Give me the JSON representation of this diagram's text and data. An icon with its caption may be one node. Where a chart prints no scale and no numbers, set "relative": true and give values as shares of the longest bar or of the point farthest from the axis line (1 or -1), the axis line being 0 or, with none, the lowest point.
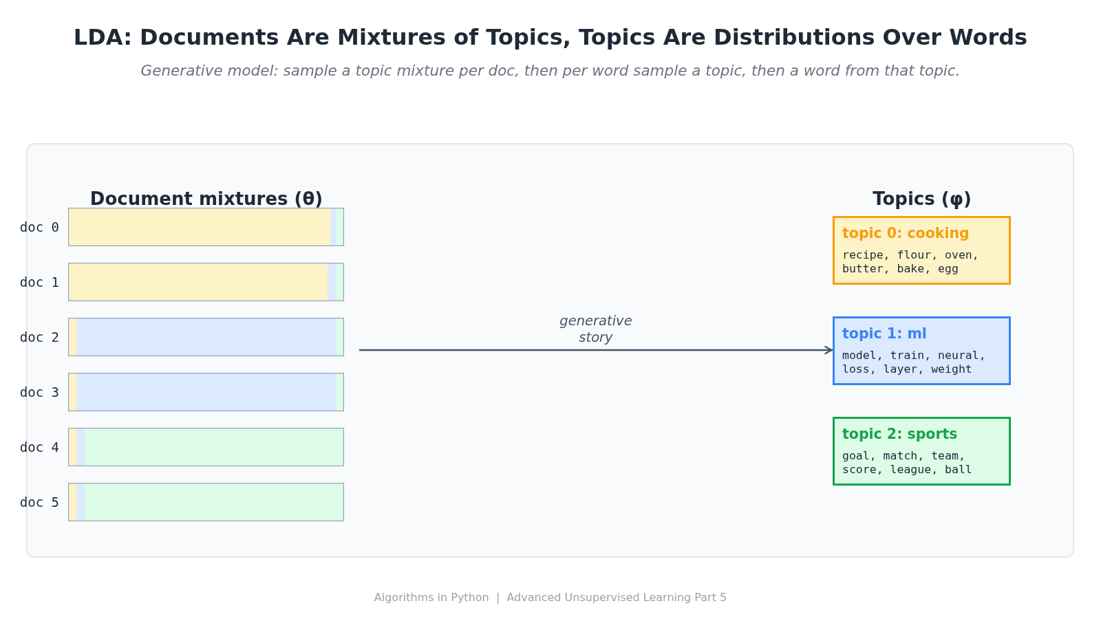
{
  "diagram": {
    "title": "LDA: Documents Are Mixtures of Topics, Topics Are Distributions Over Words",
    "caption": "Algorithms in Python  |  Advanced Unsupervised Learning Part 5",
    "nodes": [
      {
        "text": [
          "topic 0: cooking",
          "recipe, flour, oven, butter, bake, egg"
        ]
      },
      {
        "text": [
          "topic 1: ml",
          "model, train, neural, loss, layer, weight"
        ]
      },
      {
        "text": [
          "topic 2: sports",
          "goal, match, team, score, league, ball"
        ]
      }
    ],
    "edges": [
      {
        "from": null,
        "to": 1,
        "arrow": "to",
        "label": "generative story"
      }
    ],
    "labels": [
      "Generative model: sample a topic mixture per doc, then per word sample a topic, then a word from that topic.",
      "Topics (φ)"
    ],
    "chart_data": {
      "type": "bar",
      "title": "Document mixtures (θ)",
      "orientation": "horizontal",
      "stacked": true,
      "relative": true,
      "categories": [
        "doc 0",
        "doc 1",
        "doc 2",
        "doc 3",
        "doc 4",
        "doc 5"
      ],
      "series": [
        {
          "color": "#fef3c7",
          "values": [
            0.95,
            0.94,
            0.03,
            0.03,
            0.03,
            0.03
          ]
        },
        {
          "color": "#dbeafe",
          "values": [
            0.02,
            0.03,
            0.94,
            0.94,
            0.03,
            0.03
          ]
        },
        {
          "color": "#dcfce7",
          "values": [
            0.03,
            0.03,
            0.03,
            0.03,
            0.94,
            0.94
          ]
        }
      ]
    }
  }
}
